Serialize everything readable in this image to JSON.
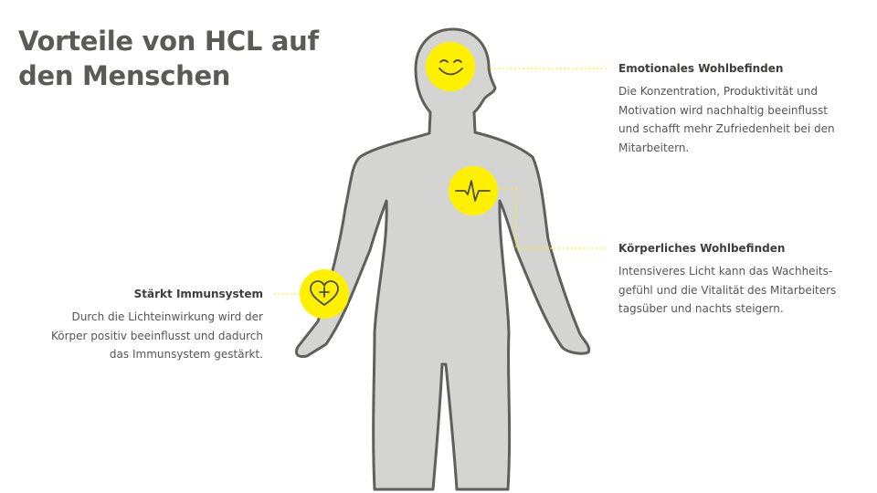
{
  "title": {
    "line1": "Vorteile von HCL auf",
    "line2": "den Menschen"
  },
  "colors": {
    "body_fill": "#d4d4d2",
    "body_outline": "#5f5f5c",
    "accent_yellow": "#fff000",
    "text": "#555553"
  },
  "benefits": [
    {
      "heading": "Emotionales Wohlbefinden",
      "lines": [
        "Die Konzentration, Produktivität und",
        "Motivation wird nachhaltig beeinflusst",
        "und schafft mehr Zufriedenheit bei den",
        "Mitarbeitern."
      ],
      "icon": "smiley-face-icon"
    },
    {
      "heading": "Körperliches Wohlbefinden",
      "lines": [
        "Intensiveres Licht kann das Wachheits-",
        "gefühl und die Vitalität des Mitarbeiters",
        "tagsüber und nachts steigern."
      ],
      "icon": "heartbeat-pulse-icon"
    },
    {
      "heading": "Stärkt Immunsystem",
      "lines": [
        "Durch die Lichteinwirkung wird der",
        "Körper positiv beeinflusst und dadurch",
        "das Immunsystem gestärkt."
      ],
      "icon": "heart-cross-icon"
    }
  ]
}
